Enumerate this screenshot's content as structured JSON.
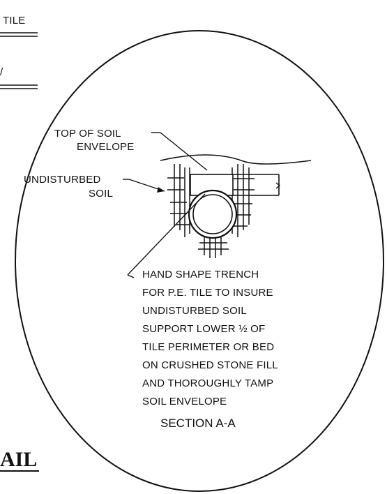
{
  "header": {
    "line1_fragment": "TILE",
    "line2_fragment": "/",
    "footer_fragment": "AIL"
  },
  "callouts": {
    "top_of_soil_line1": "TOP OF SOIL",
    "top_of_soil_line2": "ENVELOPE",
    "undisturbed_line1": "UNDISTURBED",
    "undisturbed_line2": "SOIL",
    "note_lines": [
      "HAND SHAPE TRENCH",
      "FOR P.E. TILE TO INSURE",
      "UNDISTURBED SOIL",
      "SUPPORT LOWER ½ OF",
      "TILE PERIMETER OR BED",
      "ON CRUSHED STONE FILL",
      "AND THOROUGHLY TAMP",
      "SOIL ENVELOPE"
    ]
  },
  "section_title": "SECTION A-A"
}
